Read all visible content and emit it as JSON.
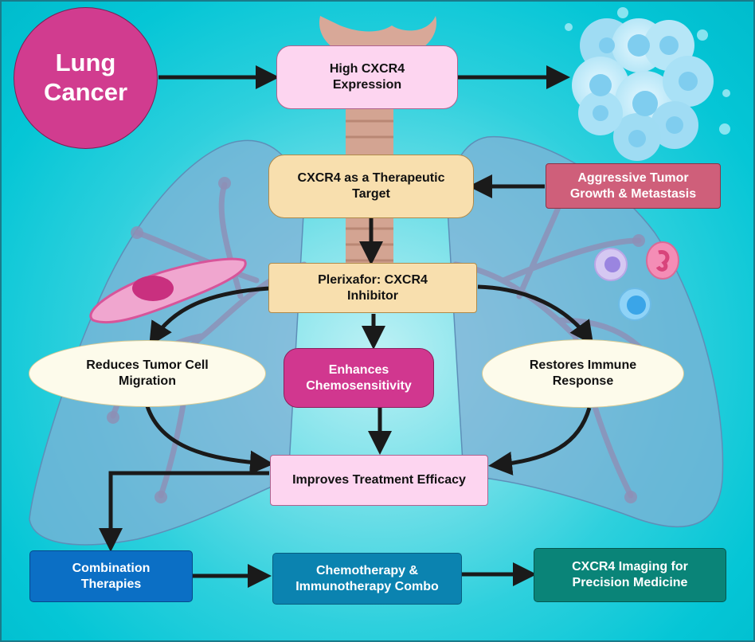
{
  "diagram": {
    "title_node": {
      "line1": "Lung",
      "line2": "Cancer"
    },
    "nodes": {
      "high_expression": {
        "line1": "High CXCR4",
        "line2": "Expression"
      },
      "therapeutic_target": {
        "line1": "CXCR4 as a Therapeutic",
        "line2": "Target"
      },
      "aggressive_growth": {
        "line1": "Aggressive Tumor",
        "line2": "Growth & Metastasis"
      },
      "plerixafor": {
        "line1": "Plerixafor: CXCR4",
        "line2": "Inhibitor"
      },
      "reduces_migration": {
        "line1": "Reduces Tumor Cell",
        "line2": "Migration"
      },
      "chemosensitivity": {
        "line1": "Enhances",
        "line2": "Chemosensitivity"
      },
      "immune_response": {
        "line1": "Restores Immune",
        "line2": "Response"
      },
      "treatment_efficacy": {
        "line1": "Improves Treatment Efficacy"
      },
      "combination": {
        "line1": "Combination",
        "line2": "Therapies"
      },
      "chemo_immuno": {
        "line1": "Chemotherapy &",
        "line2": "Immunotherapy Combo"
      },
      "imaging": {
        "line1": "CXCR4 Imaging for",
        "line2": "Precision Medicine"
      }
    },
    "edges": [
      [
        "Lung Cancer",
        "High CXCR4 Expression"
      ],
      [
        "High CXCR4 Expression",
        "tumor-cell-cluster"
      ],
      [
        "Aggressive Tumor Growth & Metastasis",
        "CXCR4 as a Therapeutic Target"
      ],
      [
        "CXCR4 as a Therapeutic Target",
        "Plerixafor: CXCR4 Inhibitor"
      ],
      [
        "Plerixafor: CXCR4 Inhibitor",
        "Reduces Tumor Cell Migration"
      ],
      [
        "Plerixafor: CXCR4 Inhibitor",
        "Enhances Chemosensitivity"
      ],
      [
        "Plerixafor: CXCR4 Inhibitor",
        "Restores Immune Response"
      ],
      [
        "Reduces Tumor Cell Migration",
        "Improves Treatment Efficacy"
      ],
      [
        "Enhances Chemosensitivity",
        "Improves Treatment Efficacy"
      ],
      [
        "Restores Immune Response",
        "Improves Treatment Efficacy"
      ],
      [
        "Improves Treatment Efficacy",
        "Combination Therapies"
      ],
      [
        "Combination Therapies",
        "Chemotherapy & Immunotherapy Combo"
      ],
      [
        "Chemotherapy & Immunotherapy Combo",
        "CXCR4 Imaging for Precision Medicine"
      ]
    ],
    "illustrations": [
      "lungs",
      "trachea",
      "tumor-cell-cluster",
      "migrating-cell",
      "immune-cells"
    ],
    "colors": {
      "background": "#00c4d4",
      "lung_cancer": "#d13c8f",
      "pink_box": "#fdd5f0",
      "tan_box": "#f8dfae",
      "magenta_box": "#d1378f",
      "rose_box": "#cf5f7a",
      "ellipse": "#fdfbeb",
      "blue_box": "#0b6fc5",
      "teal_blue_box": "#0b83b0",
      "green_box": "#0a8478",
      "arrow": "#1a1a1a"
    }
  }
}
